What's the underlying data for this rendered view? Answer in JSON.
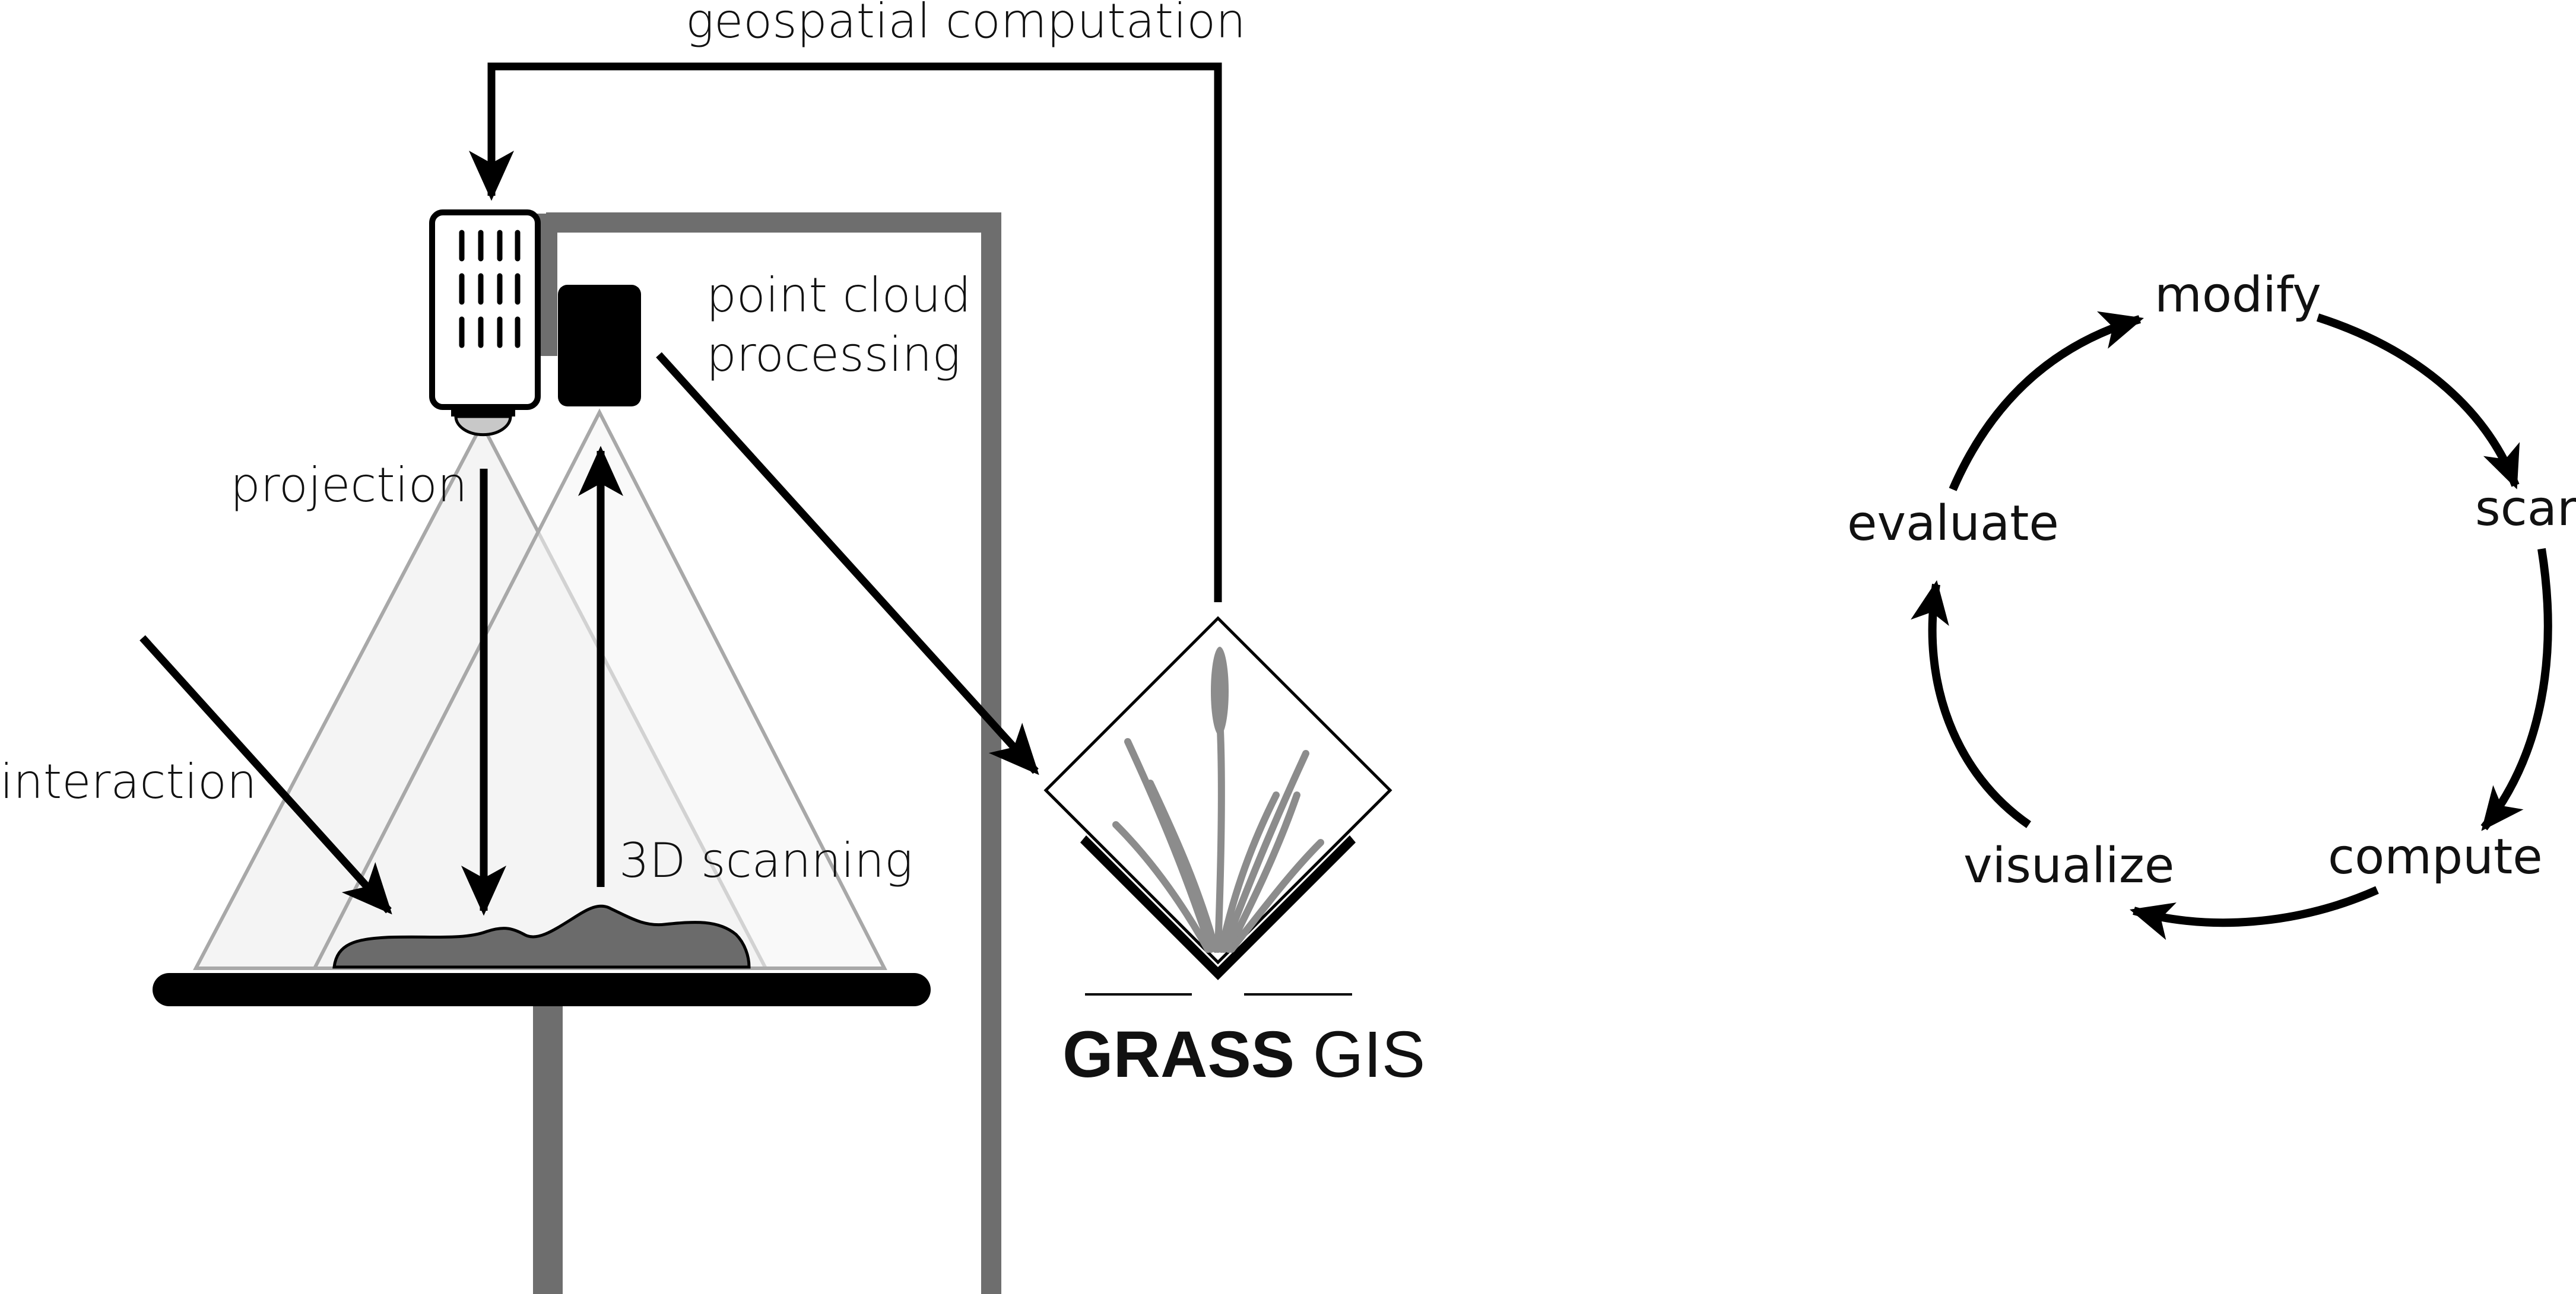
{
  "labels": {
    "geospatial": "geospatial computation",
    "point_cloud_1": "point cloud",
    "point_cloud_2": "processing",
    "projection": "projection",
    "interaction": "interaction",
    "scanning": "3D scanning"
  },
  "logo": {
    "bold": "GRASS",
    "light": " GIS"
  },
  "cycle": {
    "modify": "modify",
    "scan": "scan",
    "compute": "compute",
    "visualize": "visualize",
    "evaluate": "evaluate"
  },
  "colors": {
    "ink": "#000000",
    "frame": "#6e6e6e",
    "cone_fill": "#f4f4f4",
    "cone_line": "#a8a8a8",
    "terrain": "#6b6b6b",
    "grass": "#8c8c8c"
  },
  "icons": [
    "projector-icon",
    "scanner-icon",
    "grass-gis-logo-icon",
    "arrow-icon"
  ]
}
